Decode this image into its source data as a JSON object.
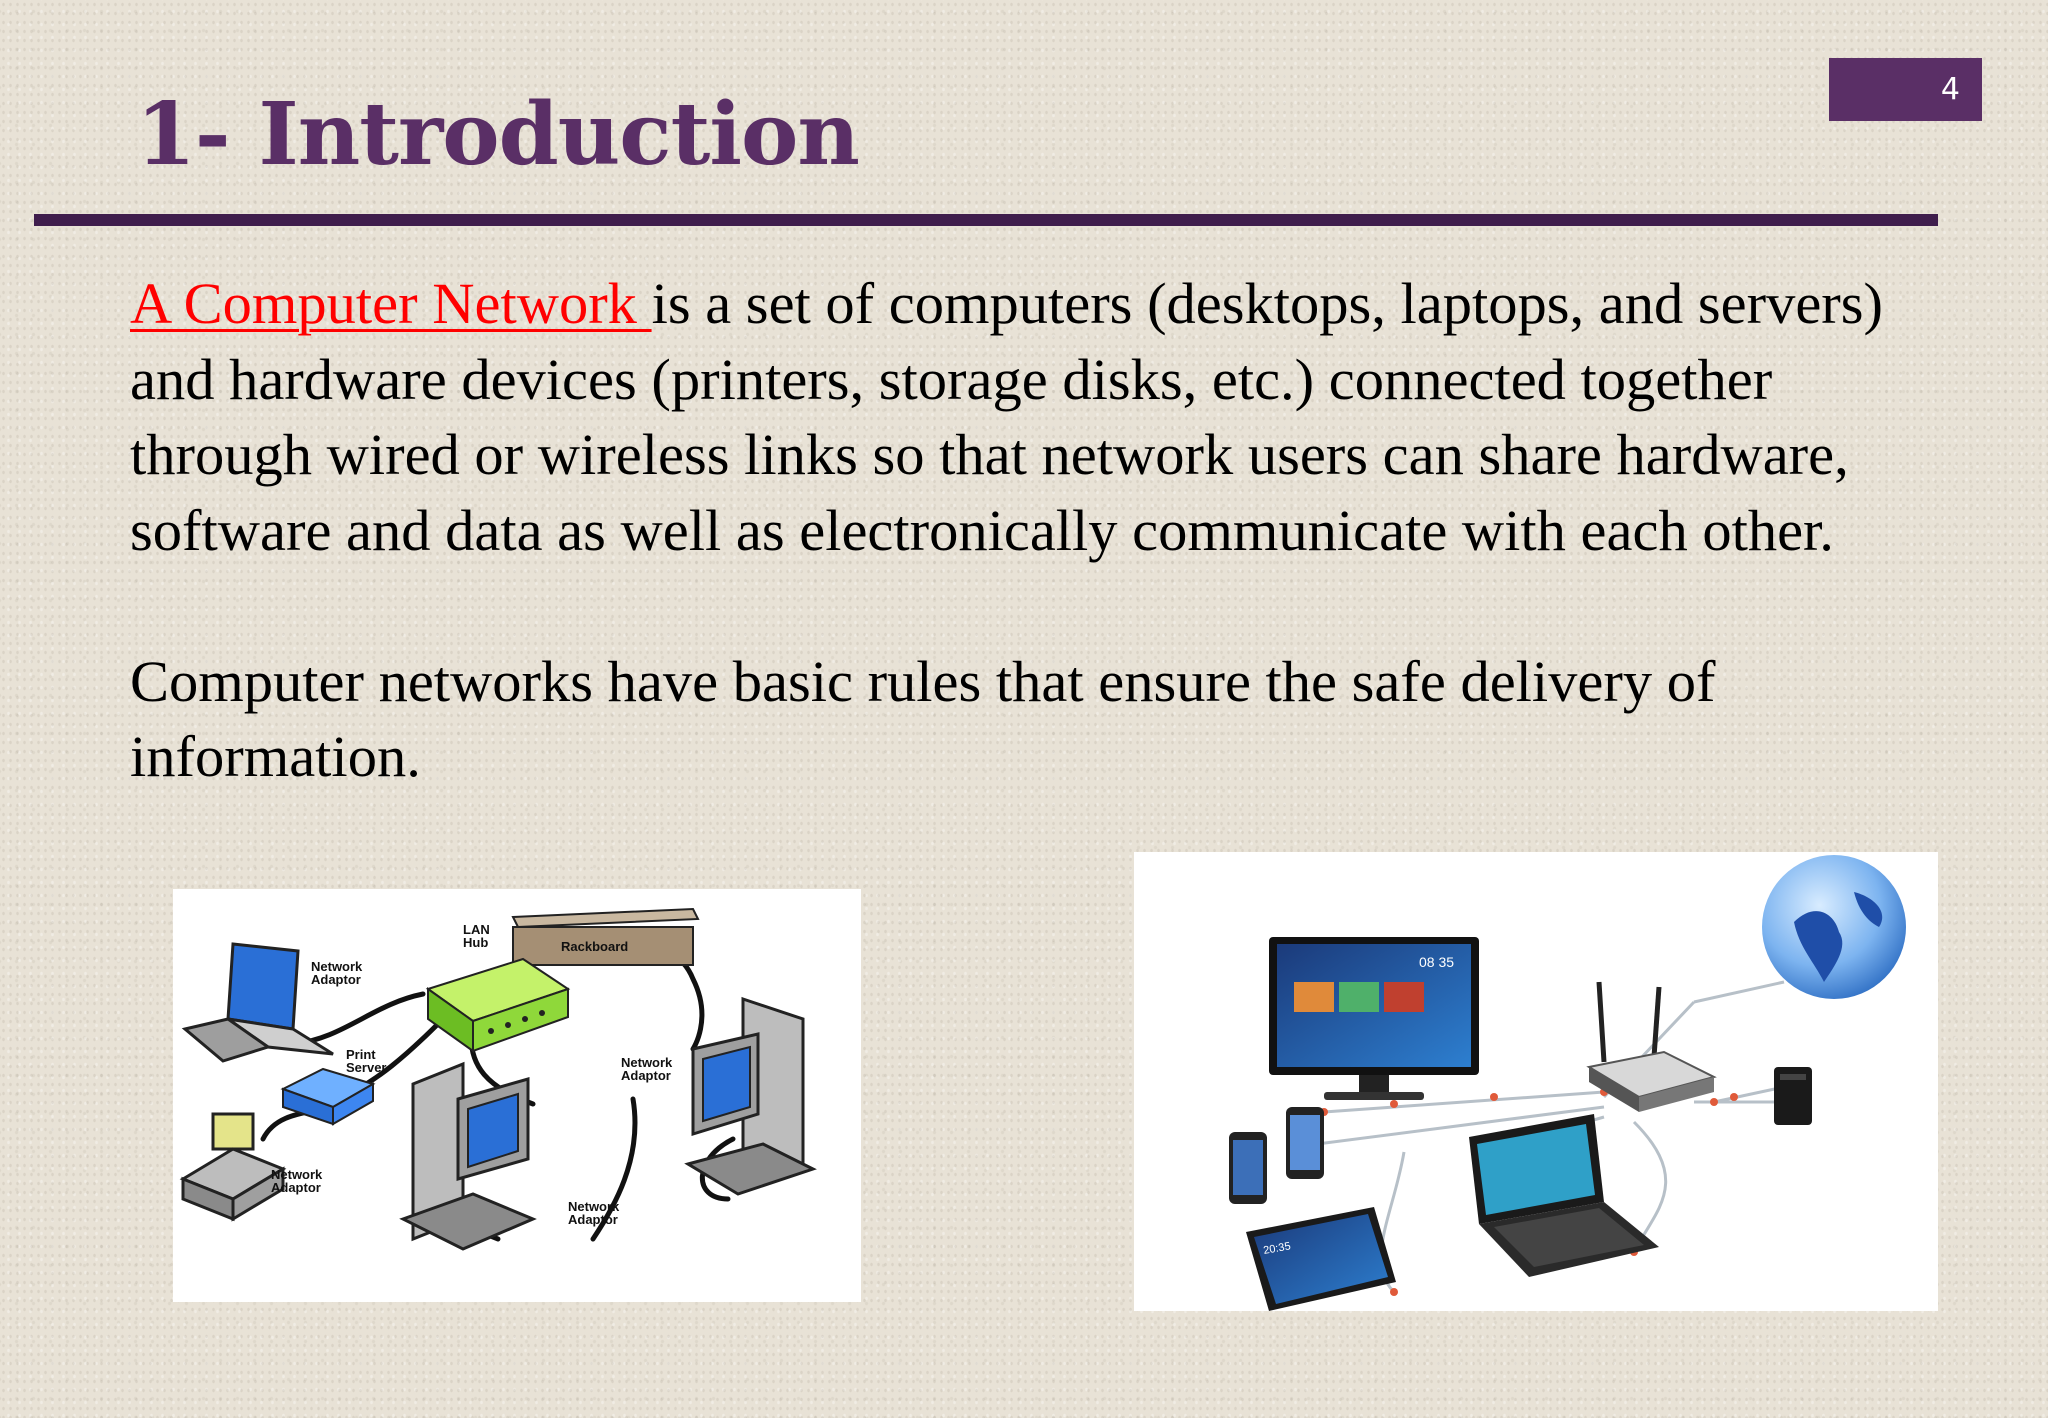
{
  "slide": {
    "number": "4"
  },
  "title": "1- Introduction",
  "body": {
    "term": "A Computer Network ",
    "definition": "is a set of computers (desktops, laptops, and servers) and hardware devices (printers, storage disks, etc.) connected together through wired or wireless links so that network users can share hardware, software and data as well as electronically communicate with each other.",
    "rules": "Computer networks have basic rules that ensure the safe delivery of information."
  },
  "diagram_left": {
    "labels": {
      "lan_hub_line1": "LAN",
      "lan_hub_line2": "Hub",
      "adaptor_a_line1": "Network",
      "adaptor_a_line2": "Adaptor",
      "print_server_line1": "Print",
      "print_server_line2": "Server",
      "adaptor_b_line1": "Network",
      "adaptor_b_line2": "Adaptor",
      "adaptor_c_line1": "Network",
      "adaptor_c_line2": "Adaptor",
      "adaptor_d_line1": "Network",
      "adaptor_d_line2": "Adaptor",
      "rack": "Rackboard"
    }
  },
  "diagram_right": {
    "tv_clock": "08 35",
    "tablet_clock": "20:35"
  },
  "colors": {
    "title": "#5a2f66",
    "rule": "#3f1d4c",
    "term": "#ff0000",
    "hub": "#9be33a"
  }
}
